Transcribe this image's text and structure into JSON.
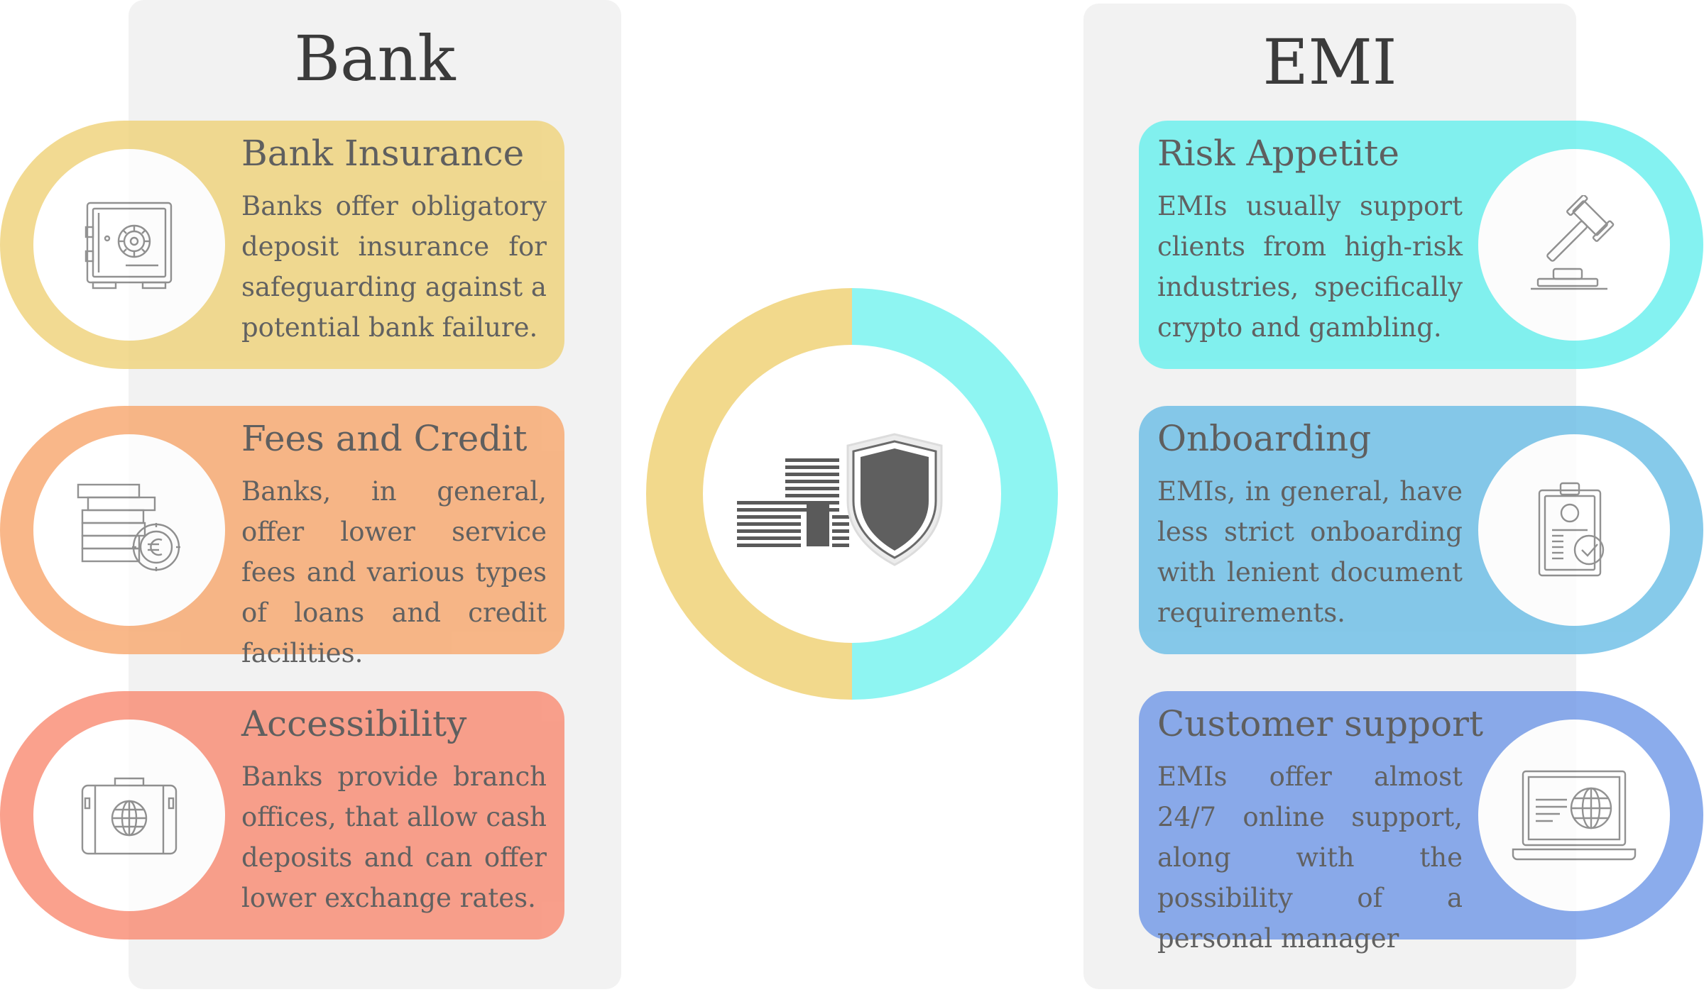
{
  "bank": {
    "title": "Bank",
    "cards": [
      {
        "title": "Bank Insurance",
        "description": "Banks offer obligatory deposit insurance for safeguarding against a potential bank failure.",
        "icon": "safe-icon",
        "color": "#efd278"
      },
      {
        "title": "Fees and Credit",
        "description": "Banks, in general, offer lower service fees and various types of loans and credit facilities.",
        "icon": "coins-euro-icon",
        "color": "#f8a66c"
      },
      {
        "title": "Accessibility",
        "description": "Banks provide branch offices, that allow cash deposits and can offer lower exchange rates.",
        "icon": "briefcase-globe-icon",
        "color": "#f98a71"
      }
    ]
  },
  "emi": {
    "title": "EMI",
    "cards": [
      {
        "title": "Risk Appetite",
        "description": "EMIs usually support clients from high-risk industries, specifically crypto and gambling.",
        "icon": "gavel-icon",
        "color": "#66f0ee"
      },
      {
        "title": "Onboarding",
        "description": "EMIs, in general, have less strict onboarding with lenient document requirements.",
        "icon": "clipboard-check-icon",
        "color": "#69bde6"
      },
      {
        "title": "Customer support",
        "description": "EMIs offer almost 24/7 online support, along with the possibility of a personal manager",
        "icon": "laptop-globe-icon",
        "color": "#6f98e8"
      }
    ]
  },
  "center": {
    "icon": "money-shield-icon",
    "left_color": "#f2d98c",
    "right_color": "#8ef5f2"
  }
}
